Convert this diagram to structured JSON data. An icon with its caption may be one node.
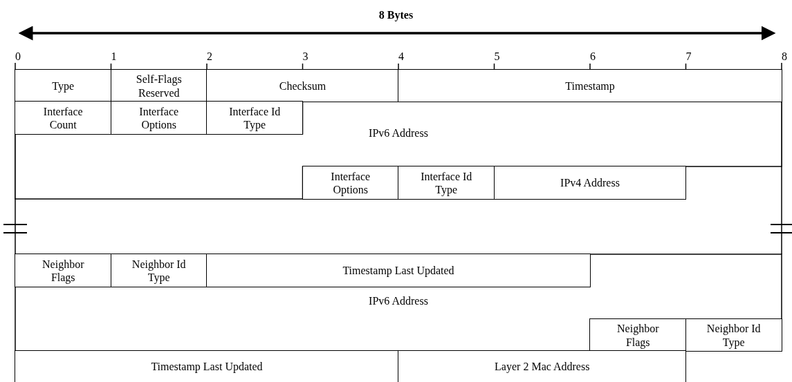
{
  "diagram": {
    "nodes": [
      {
        "text": [
          "Type"
        ]
      },
      {
        "text": [
          "Self-Flags Reserved"
        ]
      },
      {
        "text": [
          "Checksum"
        ]
      },
      {
        "text": [
          "Timestamp"
        ]
      },
      {
        "text": [
          "Interface Count"
        ]
      },
      {
        "text": [
          "Interface Options"
        ]
      },
      {
        "text": [
          "Interface Id Type"
        ]
      },
      {
        "text": [
          "IPv6 Address"
        ]
      },
      {
        "text": [
          "Interface Options"
        ]
      },
      {
        "text": [
          "Interface Id Type"
        ]
      },
      {
        "text": [
          "IPv4 Address"
        ]
      },
      {
        "text": [
          "Neighbor Flags"
        ]
      },
      {
        "text": [
          "Neighbor Id Type"
        ]
      },
      {
        "text": [
          "Timestamp Last Updated"
        ]
      },
      {
        "text": [
          "IPv6 Address"
        ]
      },
      {
        "text": [
          "Neighbor Flags"
        ]
      },
      {
        "text": [
          "Neighbor Id Type"
        ]
      },
      {
        "text": [
          "Timestamp Last Updated"
        ]
      },
      {
        "text": [
          "Layer 2 Mac Address"
        ]
      }
    ],
    "labels": [
      "8 Bytes",
      "0",
      "1",
      "2",
      "3",
      "4",
      "5",
      "6",
      "7",
      "8"
    ]
  }
}
